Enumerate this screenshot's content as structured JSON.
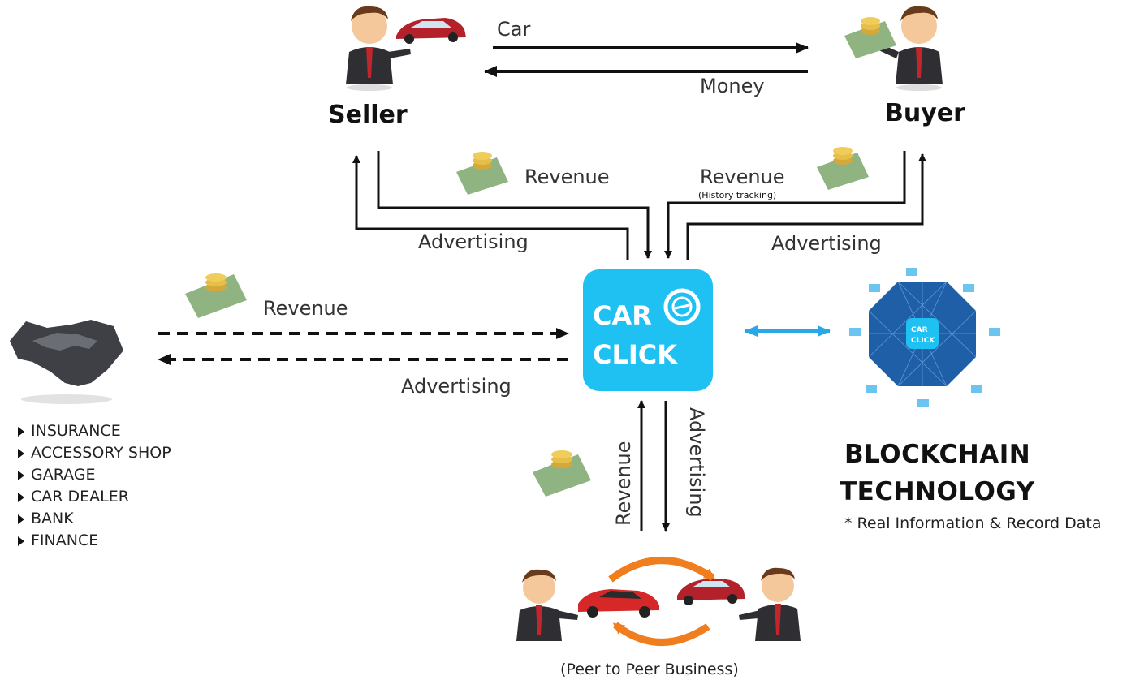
{
  "roles": {
    "seller": "Seller",
    "buyer": "Buyer"
  },
  "top_flows": {
    "car": "Car",
    "money": "Money"
  },
  "seller_link": {
    "revenue": "Revenue",
    "advertising": "Advertising"
  },
  "buyer_link": {
    "revenue": "Revenue",
    "revenue_note": "(History tracking)",
    "advertising": "Advertising"
  },
  "partner_link": {
    "revenue": "Revenue",
    "advertising": "Advertising"
  },
  "partners": [
    "INSURANCE",
    "ACCESSORY SHOP",
    "GARAGE",
    "CAR DEALER",
    "BANK",
    "FINANCE"
  ],
  "app": {
    "line1": "CAR",
    "line2": "CLICK"
  },
  "blockchain": {
    "title_line1": "BLOCKCHAIN",
    "title_line2": "TECHNOLOGY",
    "note": "* Real Information & Record Data",
    "logo_line1": "CAR",
    "logo_line2": "CLICK"
  },
  "p2p_link": {
    "revenue": "Revenue",
    "advertising": "Advertising"
  },
  "p2p_caption": "(Peer to Peer Business)",
  "colors": {
    "app_blue": "#1fc0f2",
    "blockchain_blue": "#1e5fa8",
    "bidirectional_arrow": "#29a8e8",
    "cycle_orange": "#f07d1e"
  }
}
